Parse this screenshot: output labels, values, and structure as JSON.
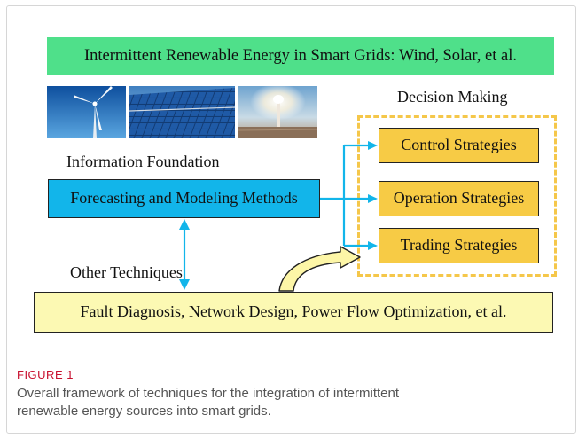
{
  "diagram": {
    "title": "Intermittent Renewable Energy in Smart Grids: Wind, Solar, et al.",
    "decision_label": "Decision Making",
    "info_label": "Information Foundation",
    "forecasting": "Forecasting and Modeling Methods",
    "other_label": "Other Techniques",
    "strategies": [
      "Control Strategies",
      "Operation Strategies",
      "Trading Strategies"
    ],
    "fault": "Fault Diagnosis, Network Design, Power Flow Optimization, et al.",
    "images": [
      "wind-turbine-photo",
      "solar-panel-photo",
      "solar-tower-photo"
    ]
  },
  "figure": {
    "label": "FIGURE 1",
    "caption_line1": "Overall framework of techniques for the integration of intermittent",
    "caption_line2": "renewable energy sources into smart grids."
  },
  "colors": {
    "title_fill": "#4fe08a",
    "forecast_fill": "#12b5ea",
    "strategy_fill": "#f7cb45",
    "fault_fill": "#fcf9b3",
    "arrow_cyan": "#12b5ea",
    "dashed_border": "#f5c74a",
    "figure_label": "#c8102e"
  }
}
